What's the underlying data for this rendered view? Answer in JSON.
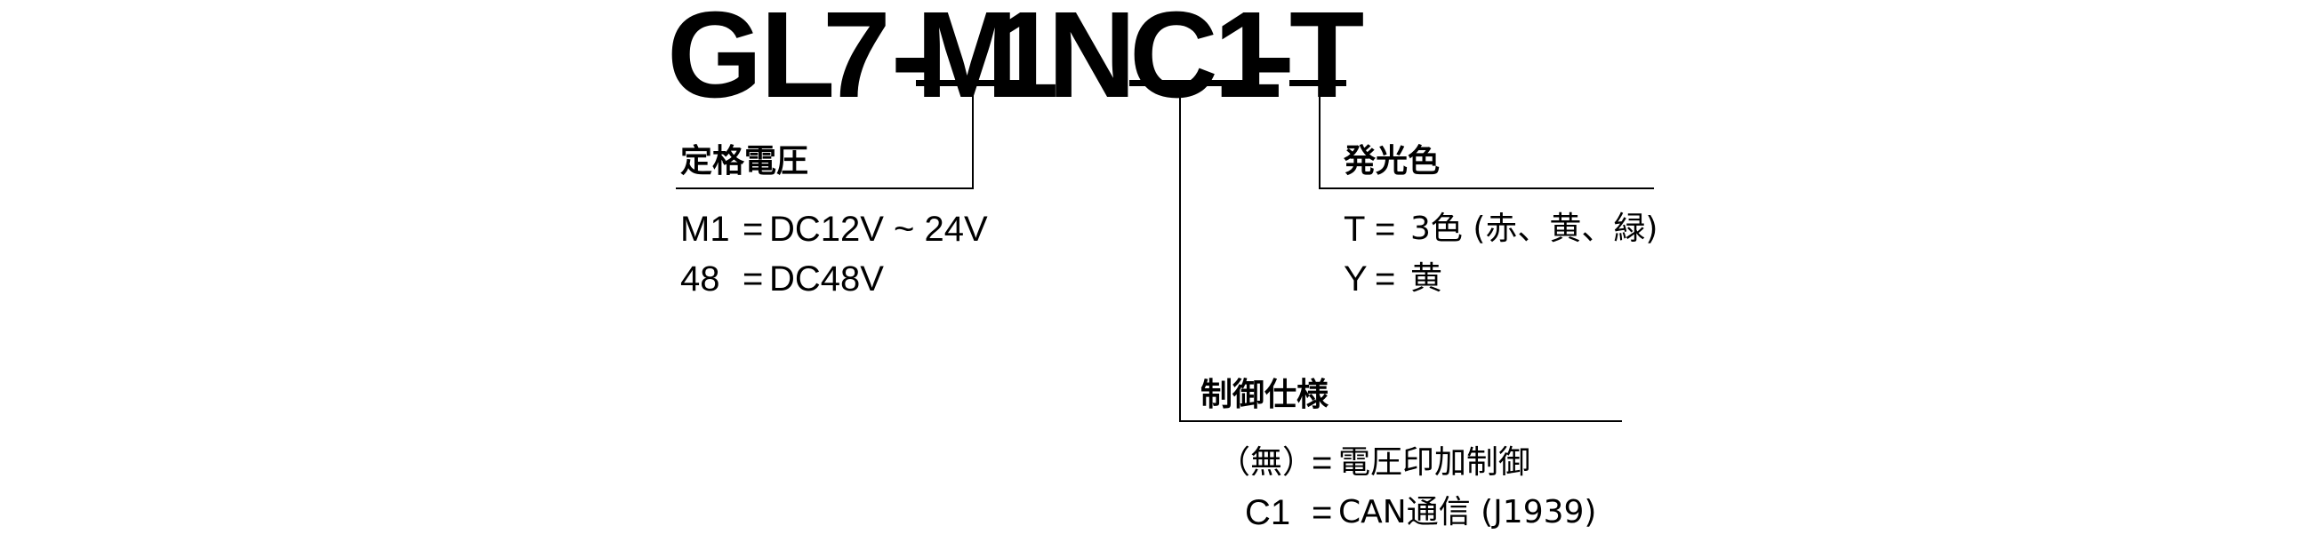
{
  "model_code": {
    "chars": [
      "G",
      "L",
      "7",
      "-",
      "M",
      "1",
      "N",
      "C",
      "1",
      "-",
      "T"
    ]
  },
  "voltage": {
    "title": "定格電圧",
    "options": [
      {
        "code": "M1",
        "eq": "=",
        "value": "DC12V ~ 24V"
      },
      {
        "code": "48",
        "eq": "=",
        "value": "DC48V"
      }
    ]
  },
  "control": {
    "title": "制御仕様",
    "options": [
      {
        "code": "（無）",
        "eq": "=",
        "value": "電圧印加制御"
      },
      {
        "code": "C1",
        "eq": "=",
        "value": "CAN通信 (J1939)"
      }
    ]
  },
  "color": {
    "title": "発光色",
    "options": [
      {
        "code": "T",
        "eq": "=",
        "value": "3色 (赤、黄、緑)"
      },
      {
        "code": "Y",
        "eq": "=",
        "value": "黄"
      }
    ]
  }
}
